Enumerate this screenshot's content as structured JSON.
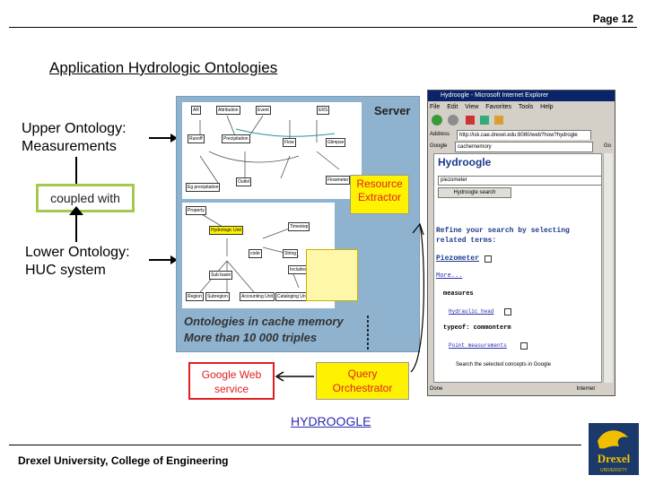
{
  "page": {
    "number_label": "Page 12"
  },
  "slide": {
    "title": "Application Hydrologic Ontologies",
    "upper_label_line1": "Upper Ontology:",
    "upper_label_line2": "Measurements",
    "coupled_label": "coupled with",
    "lower_label_line1": "Lower Ontology:",
    "lower_label_line2": "HUC system",
    "footer": "Drexel University, College of Engineering",
    "link": "HYDROOGLE"
  },
  "diagram": {
    "server_label": "Server",
    "resource_extractor_line1": "Resource",
    "resource_extractor_line2": "Extractor",
    "cache_caption_line1": "Ontologies in cache memory",
    "cache_caption_line2": "More than 10 000 triples",
    "google_ws_line1": "Google Web",
    "google_ws_line2": "service",
    "query_orch_line1": "Query",
    "query_orch_line2": "Orchestrator",
    "mini_top": [
      "AR",
      "Attribution",
      "Event",
      "ERS",
      "Runoff",
      "Precipitation",
      "Flow",
      "Glimpse",
      "Outlet",
      "Eg precipitation",
      "Flowmeter"
    ],
    "mini_bottom": [
      "Property",
      "Hydrologic Unit",
      "Sub basin",
      "Region",
      "Subregion",
      "Accounting Unit",
      "Cataloging Unit",
      "code",
      "String",
      "Timestep",
      "Includes"
    ]
  },
  "browser": {
    "title": "Hydroogle - Microsoft Internet Explorer",
    "menu": [
      "File",
      "Edit",
      "View",
      "Favorites",
      "Tools",
      "Help"
    ],
    "address_label": "Address",
    "address_value": "http://isk.cae.drexel.edu:8080/web?how?hydrogle",
    "google_label": "Google",
    "google_value": "cachememory",
    "go_label": "Go",
    "page_heading": "Hydroogle",
    "search_value": "piezometer",
    "search_button": "Hydroogle search",
    "refine_text": "Refine your search by selecting related terms:",
    "term1": "Piezometer",
    "more": "More...",
    "measures": "measures",
    "term_hydraulic": "Hydraulic head",
    "typeof": "typeof: commonterm",
    "term_point": "Point measurements",
    "search_selected": "Search the selected concepts in Google",
    "status_done": "Done",
    "status_zone": "Internet"
  },
  "colors": {
    "accent_yellow": "#fff200",
    "accent_red": "#e02020",
    "panel_blue": "#8fb3cf",
    "green_border": "#a5c94e",
    "logo_blue": "#1b3a6b"
  }
}
